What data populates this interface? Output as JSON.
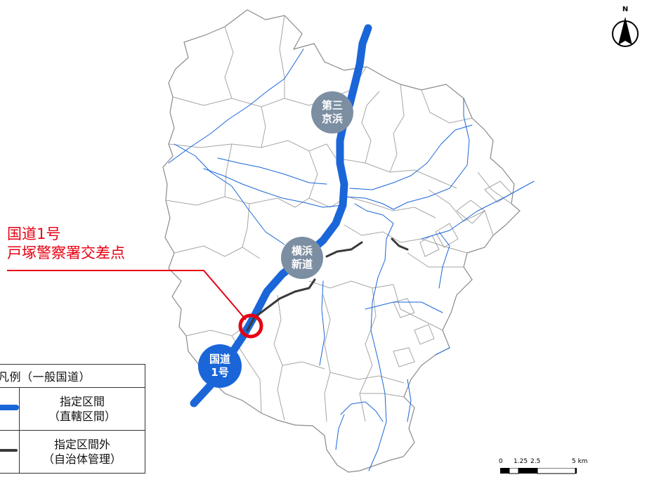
{
  "callout": {
    "line1": "国道1号",
    "line2": "戸塚警察署交差点"
  },
  "routes": {
    "daisan_keihin": "第三\n京浜",
    "yokohama_shindo": "横浜\n新道",
    "route1": "国道\n1号"
  },
  "legend": {
    "title": "凡例（一般国道）",
    "items": [
      {
        "label": "指定区間\n（直轄区間）",
        "color": "#1a66d9"
      },
      {
        "label": "指定区間外\n（自治体管理）",
        "color": "#3a3a3a"
      }
    ]
  },
  "compass": {
    "label": "N"
  },
  "scale": {
    "ticks": [
      "0",
      "1.25",
      "2.5",
      "5 km"
    ]
  },
  "colors": {
    "national_road": "#1a66d9",
    "local_road": "#3a3a3a",
    "callout": "#e60012",
    "boundary": "#9a9a9a"
  }
}
